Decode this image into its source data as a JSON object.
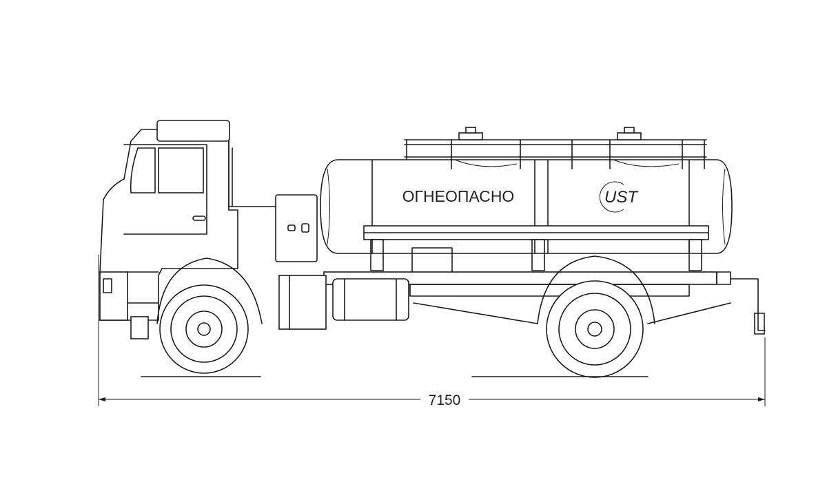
{
  "drawing": {
    "tank_label": "ОГНЕОПАСНО",
    "logo_text": "UST",
    "overall_length_dimension": "7150"
  }
}
